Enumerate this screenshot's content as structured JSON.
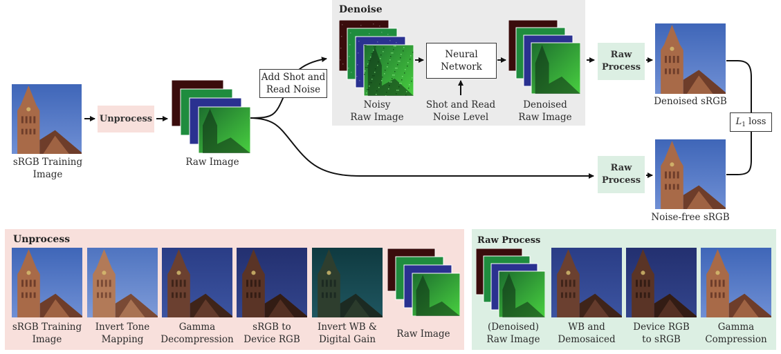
{
  "denoise": {
    "title": "Denoise",
    "noisy_label": [
      "Noisy",
      "Raw Image"
    ],
    "network_label": [
      "Neural",
      "Network"
    ],
    "shot_read_label": [
      "Shot and Read",
      "Noise Level"
    ],
    "denoised_label": [
      "Denoised",
      "Raw Image"
    ]
  },
  "pipeline": {
    "srgb_training_label": [
      "sRGB Training",
      "Image"
    ],
    "unprocess_node": "Unprocess",
    "raw_image_label": "Raw Image",
    "add_noise_label": [
      "Add Shot and",
      "Read Noise"
    ],
    "raw_process_top": [
      "Raw",
      "Process"
    ],
    "raw_process_bottom": [
      "Raw",
      "Process"
    ],
    "denoised_srgb_label": "Denoised sRGB",
    "noise_free_label": "Noise-free sRGB",
    "loss_symbol": "L",
    "loss_subscript": "1",
    "loss_word": "loss"
  },
  "unprocess_panel": {
    "title": "Unprocess",
    "steps": [
      [
        "sRGB Training",
        "Image"
      ],
      [
        "Invert Tone",
        "Mapping"
      ],
      [
        "Gamma",
        "Decompression"
      ],
      [
        "sRGB to",
        "Device RGB"
      ],
      [
        "Invert WB &",
        "Digital Gain"
      ],
      [
        "Raw Image"
      ]
    ]
  },
  "rawprocess_panel": {
    "title": "Raw Process",
    "steps": [
      [
        "(Denoised)",
        "Raw Image"
      ],
      [
        "WB and",
        "Demosaiced"
      ],
      [
        "Device RGB",
        "to sRGB"
      ],
      [
        "Gamma",
        "Compression"
      ]
    ]
  },
  "colors": {
    "unprocess_bg": "#f8e0dc",
    "rawprocess_bg": "#dcefe3",
    "denoise_bg": "#ebebeb",
    "sky": "#3f66b8",
    "tower": "#a86a48",
    "raw_red": "#3a0c0c",
    "raw_green": "#1f8c3e",
    "raw_blue": "#2a3190",
    "raw_green2": "#3bbb3a"
  }
}
